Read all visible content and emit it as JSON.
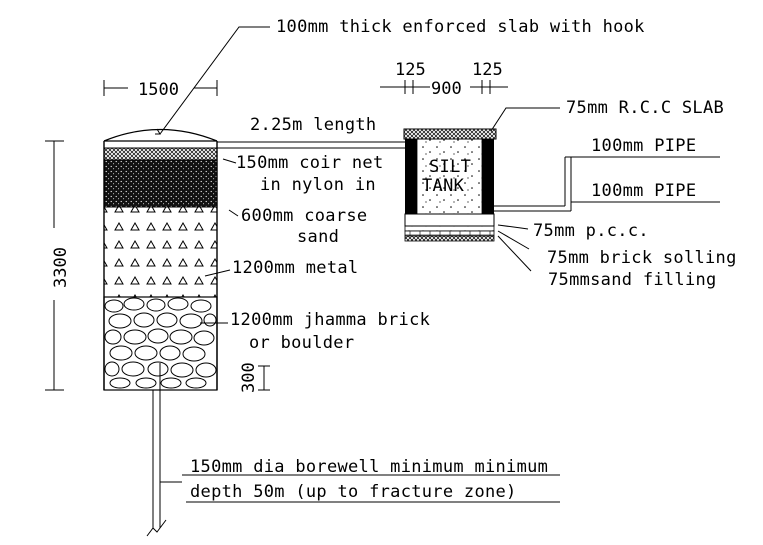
{
  "labels": {
    "slab_hook": "100mm thick enforced slab with hook",
    "width_1500": "1500",
    "dim_125_left": "125",
    "dim_125_right": "125",
    "dim_900": "900",
    "rcc_slab": "75mm R.C.C SLAB",
    "length": "2.25m length",
    "coir_line1": "150mm coir net",
    "coir_line2": "in nylon in",
    "pipe_upper": "100mm PIPE",
    "pipe_lower": "100mm PIPE",
    "silt_line1": "SILT",
    "silt_line2": "TANK",
    "sand_line1": "600mm coarse",
    "sand_line2": "sand",
    "pcc": "75mm p.c.c.",
    "height_3300": "3300",
    "metal": "1200mm metal",
    "brick_solling": "75mm brick solling",
    "sand_filling": "75mmsand filling",
    "jhamma_line1": "1200mm jhamma brick",
    "jhamma_line2": "or boulder",
    "dim_300": "300",
    "borewell_line1": "150mm dia borewell minimum minimum",
    "borewell_line2": "depth 50m (up to fracture zone)"
  },
  "colors": {
    "line": "#000000",
    "background": "#ffffff"
  }
}
